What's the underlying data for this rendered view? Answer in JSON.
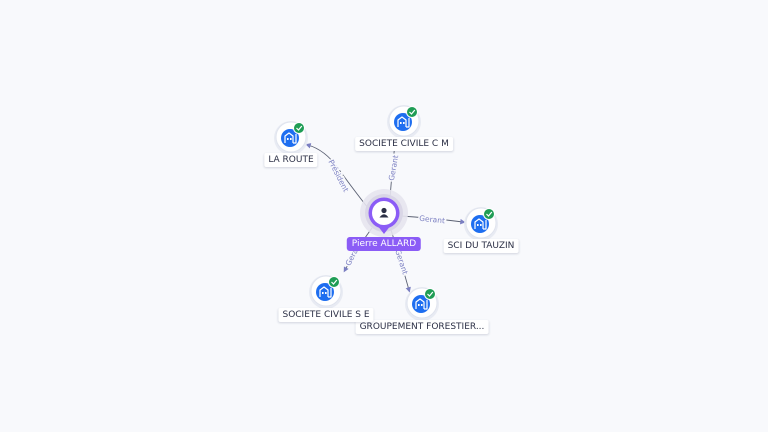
{
  "person": {
    "name": "Pierre ALLARD",
    "icon": "person-icon"
  },
  "companies": [
    {
      "id": "la-route",
      "label": "LA ROUTE",
      "role": "Président",
      "icon": "building-icon",
      "verified": true
    },
    {
      "id": "societe-civile-cm",
      "label": "SOCIETE CIVILE C M",
      "role": "Gerant",
      "icon": "building-icon",
      "verified": true
    },
    {
      "id": "sci-du-tauzin",
      "label": "SCI DU TAUZIN",
      "role": "Gerant",
      "icon": "building-icon",
      "verified": true
    },
    {
      "id": "groupement-forestier",
      "label": "GROUPEMENT FORESTIER...",
      "role": "Gerant",
      "icon": "building-icon",
      "verified": true
    },
    {
      "id": "societe-civile-se",
      "label": "SOCIETE CIVILE S E",
      "role": "Gerant",
      "icon": "building-icon",
      "verified": true
    }
  ],
  "colors": {
    "background": "#f8f9fc",
    "person_accent": "#8b5cf6",
    "company_icon": "#1e6ef0",
    "verified_badge": "#1f9d55",
    "edge": "#5a6072",
    "edge_label": "#7b7fc2"
  }
}
